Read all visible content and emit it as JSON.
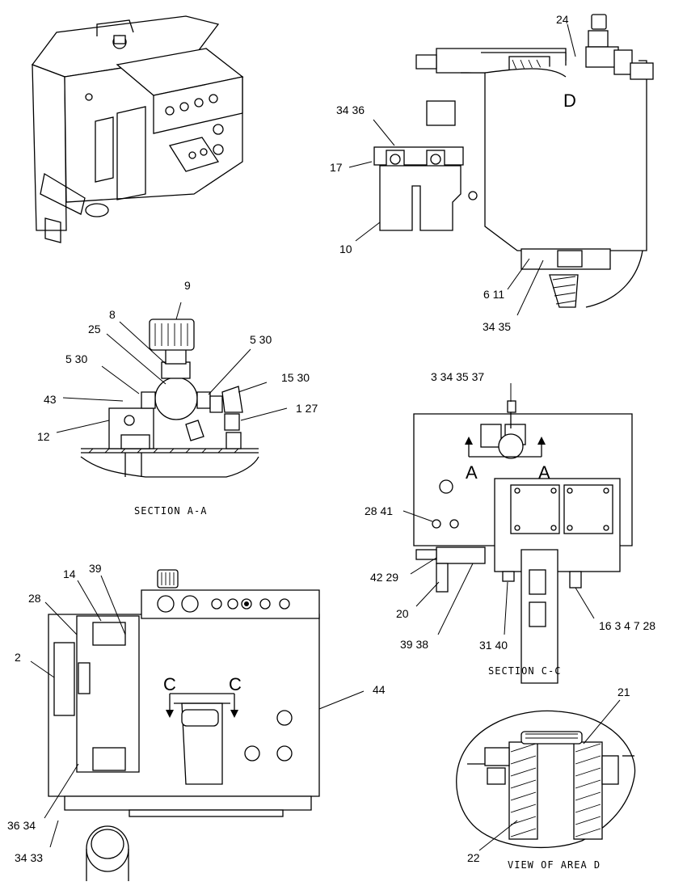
{
  "captions": {
    "section_aa": "SECTION A-A",
    "section_cc": "SECTION C-C",
    "view_d": "VIEW OF AREA D"
  },
  "view_markers": {
    "d_top": "D",
    "a_left": "A",
    "a_right": "A",
    "c_left": "C",
    "c_right": "C"
  },
  "callouts": {
    "c24": "24",
    "c34_36_top": "34 36",
    "c17": "17",
    "c10": "10",
    "c6_11": "6 11",
    "c34_35": "34 35",
    "c9": "9",
    "c8": "8",
    "c25": "25",
    "c5_30_left": "5 30",
    "c5_30_right": "5 30",
    "c15_30": "15 30",
    "c43": "43",
    "c1_27": "1 27",
    "c12": "12",
    "c3_34_35_37": "3 34 35 37",
    "c28_41": "28 41",
    "c42_29": "42 29",
    "c20": "20",
    "c39_38": "39 38",
    "c31_40": "31 40",
    "c16_3_4_7_28": "16 3 4 7 28",
    "c14": "14",
    "c39": "39",
    "c28": "28",
    "c2": "2",
    "c44": "44",
    "c36_34": "36 34",
    "c34_33": "34 33",
    "c21": "21",
    "c22": "22"
  }
}
